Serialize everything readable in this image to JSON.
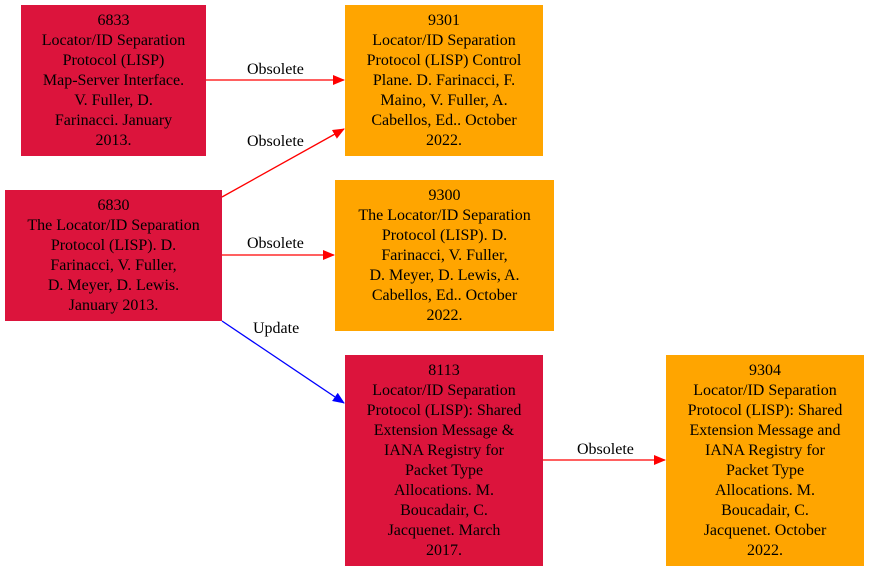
{
  "colors": {
    "obsoleted": "#dc143c",
    "current": "#ffa500",
    "obsolete_edge": "#ff0000",
    "update_edge": "#0000ff"
  },
  "nodes": {
    "rfc6833": {
      "number": "6833",
      "lines": [
        "Locator/ID Separation",
        "Protocol (LISP)",
        "Map-Server Interface.",
        "V. Fuller, D.",
        "Farinacci. January",
        "2013."
      ]
    },
    "rfc9301": {
      "number": "9301",
      "lines": [
        "Locator/ID Separation",
        "Protocol (LISP) Control",
        "Plane. D. Farinacci, F.",
        "Maino, V. Fuller, A.",
        "Cabellos, Ed.. October",
        "2022."
      ]
    },
    "rfc6830": {
      "number": "6830",
      "lines": [
        "The Locator/ID Separation",
        "Protocol (LISP). D.",
        "Farinacci, V. Fuller,",
        "D. Meyer, D. Lewis.",
        "January 2013."
      ]
    },
    "rfc9300": {
      "number": "9300",
      "lines": [
        "The Locator/ID Separation",
        "Protocol (LISP). D.",
        "Farinacci, V. Fuller,",
        "D. Meyer, D. Lewis, A.",
        "Cabellos, Ed.. October",
        "2022."
      ]
    },
    "rfc8113": {
      "number": "8113",
      "lines": [
        "Locator/ID Separation",
        "Protocol (LISP): Shared",
        "Extension Message &",
        "IANA Registry for",
        "Packet Type",
        "Allocations. M.",
        "Boucadair, C.",
        "Jacquenet. March",
        "2017."
      ]
    },
    "rfc9304": {
      "number": "9304",
      "lines": [
        "Locator/ID Separation",
        "Protocol (LISP): Shared",
        "Extension Message and",
        "IANA Registry for",
        "Packet Type",
        "Allocations. M.",
        "Boucadair, C.",
        "Jacquenet. October",
        "2022."
      ]
    }
  },
  "edges": [
    {
      "from": "rfc6833",
      "to": "rfc9301",
      "label": "Obsolete",
      "kind": "obsolete"
    },
    {
      "from": "rfc6830",
      "to": "rfc9301",
      "label": "Obsolete",
      "kind": "obsolete"
    },
    {
      "from": "rfc6830",
      "to": "rfc9300",
      "label": "Obsolete",
      "kind": "obsolete"
    },
    {
      "from": "rfc6830",
      "to": "rfc8113",
      "label": "Update",
      "kind": "update"
    },
    {
      "from": "rfc8113",
      "to": "rfc9304",
      "label": "Obsolete",
      "kind": "obsolete"
    }
  ]
}
